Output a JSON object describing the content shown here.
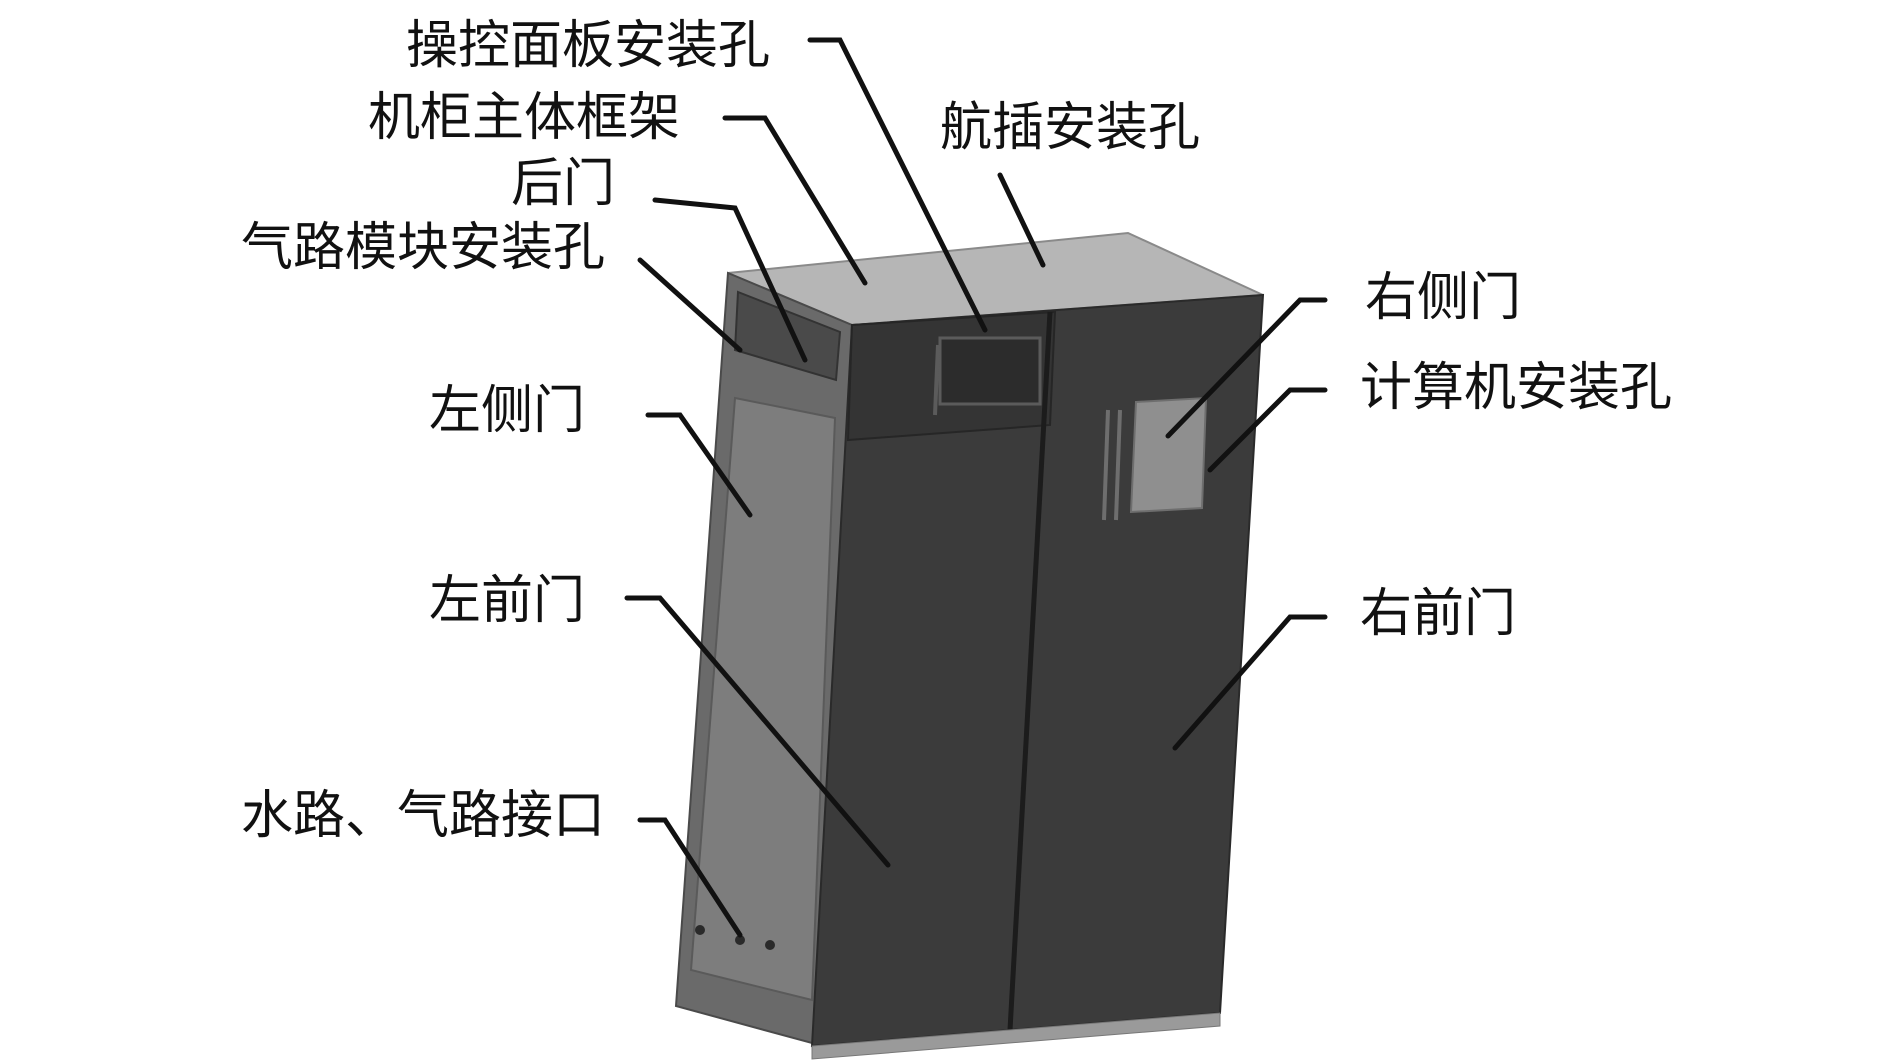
{
  "labels": {
    "control_panel_hole": "操控面板安装孔",
    "cabinet_frame": "机柜主体框架",
    "connector_hole": "航插安装孔",
    "rear_door": "后门",
    "gas_module_hole": "气路模块安装孔",
    "right_side_door": "右侧门",
    "computer_hole": "计算机安装孔",
    "left_side_door": "左侧门",
    "left_front_door": "左前门",
    "right_front_door": "右前门",
    "water_gas_interface": "水路、气路接口"
  },
  "colors": {
    "front_doors": "#3b3b3b",
    "front_door_edges": "#2a2a2a",
    "side_panel": "#7d7d7d",
    "side_frame": "#6a6a6a",
    "top_surface": "#b6b6b6",
    "computer_panel": "#8f8f8f",
    "leader_lines": "#111111",
    "text": "#111111"
  }
}
